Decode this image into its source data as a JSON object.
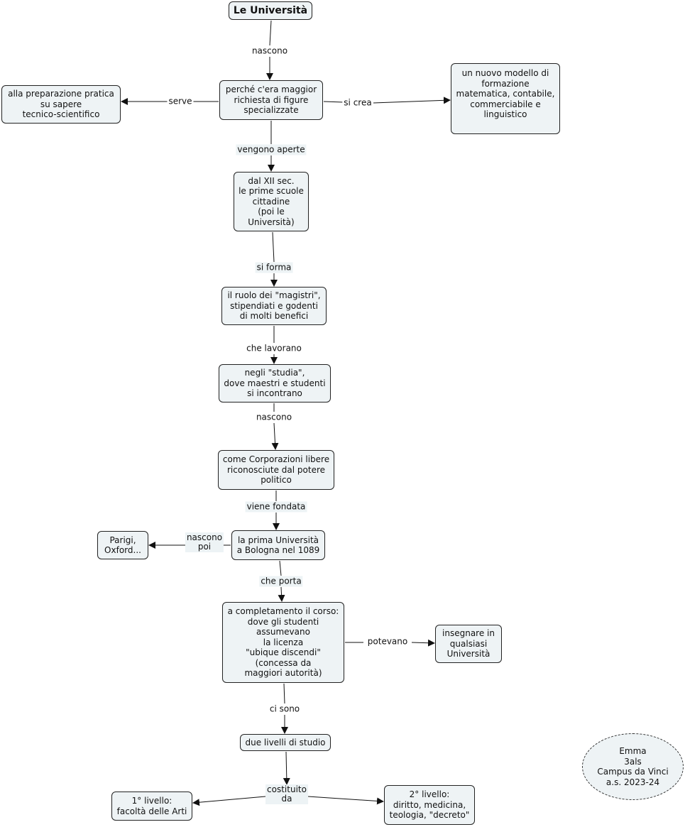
{
  "map": {
    "nodes": [
      {
        "id": "root",
        "text": "Le Università"
      },
      {
        "id": "n1",
        "text": "perché c'era maggior\nrichiesta di figure\nspecializzate"
      },
      {
        "id": "left1",
        "text": "alla preparazione pratica\nsu sapere\ntecnico-scientifico"
      },
      {
        "id": "right1",
        "text": "un nuovo modello di\nformazione\nmatematica, contabile,\ncommerciabile e\nlinguistico"
      },
      {
        "id": "n2",
        "text": "dal XII sec.\nle prime scuole\ncittadine\n(poi le\nUniversità)"
      },
      {
        "id": "n3",
        "text": "il ruolo dei \"magistri\",\nstipendiati e godenti\ndi molti benefici"
      },
      {
        "id": "n4",
        "text": "negli \"studia\",\ndove maestri e studenti\nsi incontrano"
      },
      {
        "id": "n5",
        "text": "come Corporazioni libere\nriconosciute dal potere\npolitico"
      },
      {
        "id": "n6",
        "text": "la prima Università\na Bologna nel 1089"
      },
      {
        "id": "paris",
        "text": "Parigi,\nOxford..."
      },
      {
        "id": "n7",
        "text": "a completamento il corso:\ndove gli studenti\nassumevano\nla licenza\n\"ubique discendi\"\n(concessa da\nmaggiori autorità)"
      },
      {
        "id": "teach",
        "text": "insegnare in\nqualsiasi\nUniversità"
      },
      {
        "id": "n8",
        "text": "due livelli di studio"
      },
      {
        "id": "lvl1",
        "text": "1° livello:\nfacoltà delle Arti"
      },
      {
        "id": "lvl2",
        "text": "2° livello:\ndiritto, medicina,\nteologia, \"decreto\""
      },
      {
        "id": "author",
        "text": "Emma\n3als\nCampus da Vinci\na.s. 2023-24"
      }
    ],
    "links": [
      {
        "id": "l_nascono1",
        "text": "nascono"
      },
      {
        "id": "l_serve",
        "text": "serve"
      },
      {
        "id": "l_sicrea",
        "text": "si crea"
      },
      {
        "id": "l_vengono",
        "text": "vengono aperte"
      },
      {
        "id": "l_siforma",
        "text": "si forma"
      },
      {
        "id": "l_lavorano",
        "text": "che lavorano"
      },
      {
        "id": "l_nascono2",
        "text": "nascono"
      },
      {
        "id": "l_fondata",
        "text": "viene fondata"
      },
      {
        "id": "l_nasconopoi",
        "text": "nascono\npoi"
      },
      {
        "id": "l_porta",
        "text": "che porta"
      },
      {
        "id": "l_potevano",
        "text": "potevano"
      },
      {
        "id": "l_cisono",
        "text": "ci sono"
      },
      {
        "id": "l_costituito",
        "text": "costituito\nda"
      }
    ]
  }
}
